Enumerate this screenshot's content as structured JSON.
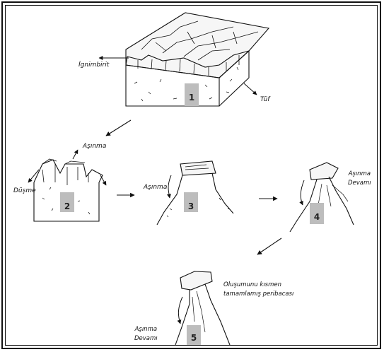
{
  "labels": {
    "ignimbirit": "İgnimbirit",
    "tuf": "Tüf",
    "asinma_2": "Aşınma",
    "dusme": "Düşme",
    "asinma_3": "Aşınma",
    "asinma_devami_4": "Aşınma\nDevamı",
    "olusumunu": "Oluşumunu kısmen\ntamamlamış peribacası",
    "asinma_devami_5": "Aşınma\nDevamı"
  },
  "stage_markers": [
    "1",
    "2",
    "3",
    "4",
    "5"
  ]
}
